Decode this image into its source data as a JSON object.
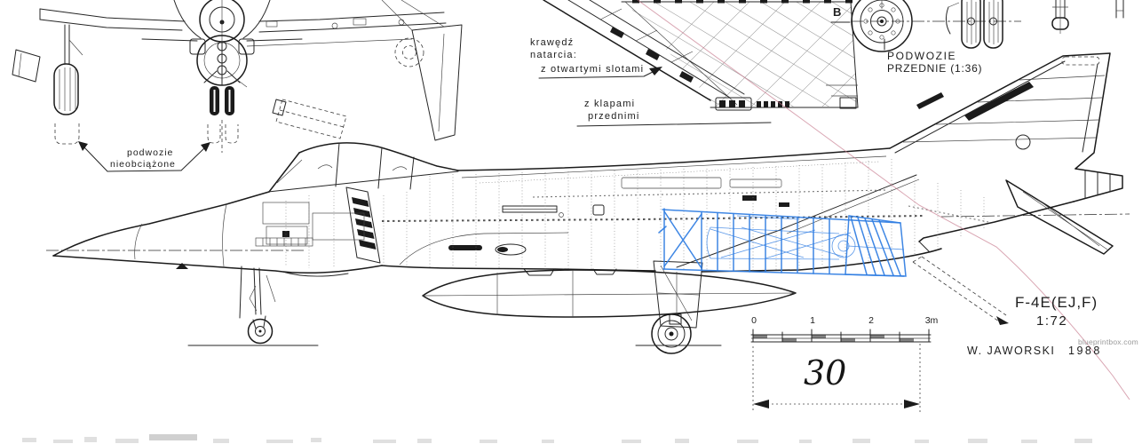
{
  "colors": {
    "paper": "#ffffff",
    "ink": "#1c1c1c",
    "overlay_blue": "#2f7de2",
    "crease_pink": "#c4768b",
    "watermark_grey": "#9a9a9a"
  },
  "annotations": {
    "leading_edge_caption_line1": "krawędź",
    "leading_edge_caption_line2": "natarcia:",
    "slats_label": "z otwartymi slotami",
    "flaps_label_line1": "z klapami",
    "flaps_label_line2": "przednimi",
    "unloaded_gear_line1": "podwozie",
    "unloaded_gear_line2": "nieobciążone",
    "nose_gear_detail_line1": "PODWOZIE",
    "nose_gear_detail_line2": "PRZEDNIE (1:36)",
    "section_marker": "B"
  },
  "title_block": {
    "model": "F-4E(EJ,F)",
    "scale": "1:72",
    "author": "W. JAWORSKI",
    "year": "1988",
    "watermark": "blueprintbox.com"
  },
  "scale_bar": {
    "ticks": [
      "0",
      "1",
      "2",
      "3m"
    ]
  },
  "dimension": {
    "value": "30"
  }
}
